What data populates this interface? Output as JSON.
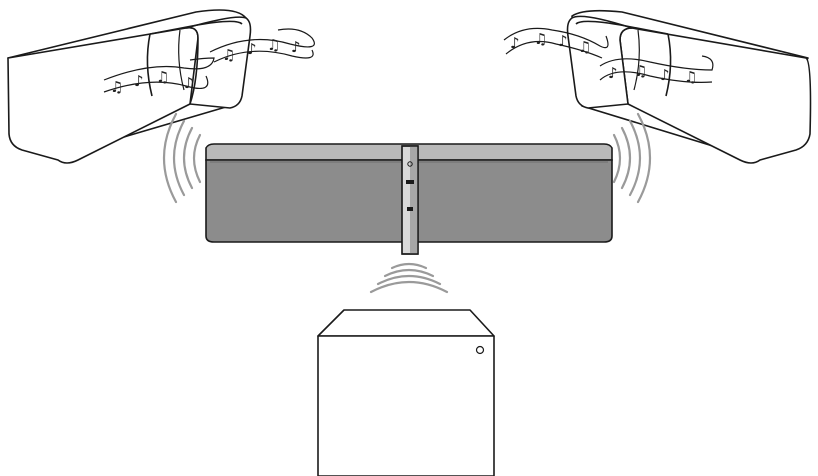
{
  "colors": {
    "outline": "#1a1a1a",
    "speaker_face": "#8c8c8c",
    "speaker_top": "#b9b9b9",
    "stand_light": "#d9d9d9",
    "stand_mid": "#a7a7a7",
    "wave": "#9a9a9a",
    "background": "#ffffff"
  },
  "icons": {
    "music_notes": [
      "♫",
      "♪",
      "♫",
      "♪"
    ]
  },
  "components": {
    "left_speaker": "left-wireless-speaker",
    "right_speaker": "right-wireless-speaker",
    "center_soundbar": "docking-soundbar",
    "subwoofer": "wireless-subwoofer"
  }
}
